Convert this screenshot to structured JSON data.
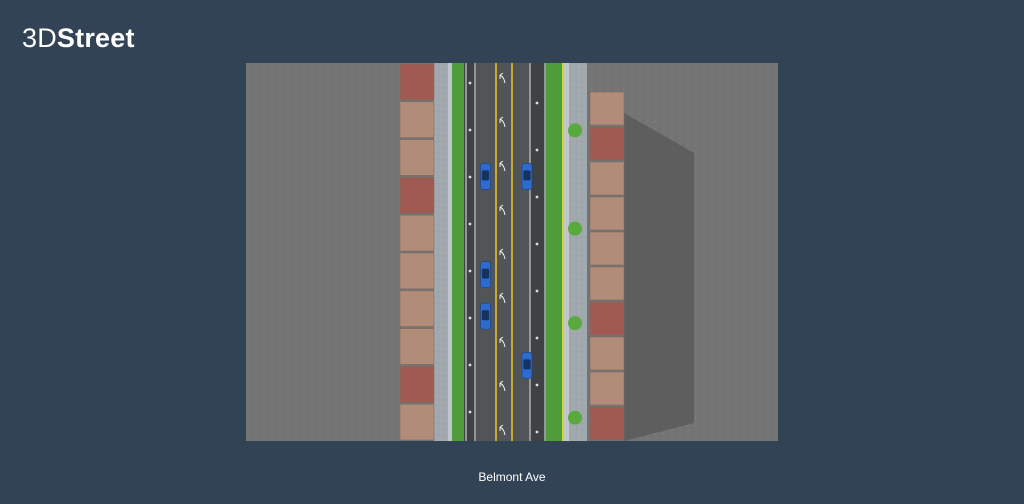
{
  "header": {
    "logo_prefix": "3D",
    "logo_suffix": "Street"
  },
  "map": {
    "street_name": "Belmont Ave",
    "colors": {
      "background": "#334356",
      "ground": "#747474",
      "shadow": "#505050",
      "sidewalk": "#9fa6ac",
      "sidewalk_light": "#c0c8cc",
      "grass": "#4f9c3a",
      "bike_lane": "#3e4245",
      "drive_lane": "#515558",
      "yellow_line": "#e5c02b",
      "car": "#2d6bd0",
      "tree": "#5aa93c",
      "building_tan": "#b18c78",
      "building_red": "#a05a52"
    },
    "buildings_west": [
      "red",
      "tan",
      "tan",
      "red",
      "tan",
      "tan",
      "tan",
      "tan",
      "red",
      "tan"
    ],
    "buildings_east": [
      "tan",
      "red",
      "tan",
      "tan",
      "tan",
      "tan",
      "red",
      "tan",
      "tan",
      "red"
    ],
    "cars": [
      {
        "lane": "southbound-left",
        "level": 0.3
      },
      {
        "lane": "northbound-right",
        "level": 0.3
      },
      {
        "lane": "southbound-left",
        "level": 0.56
      },
      {
        "lane": "southbound-left",
        "level": 0.67
      },
      {
        "lane": "northbound-right",
        "level": 0.8
      }
    ],
    "trees_east": [
      0.21,
      0.47,
      0.72,
      0.97
    ]
  }
}
